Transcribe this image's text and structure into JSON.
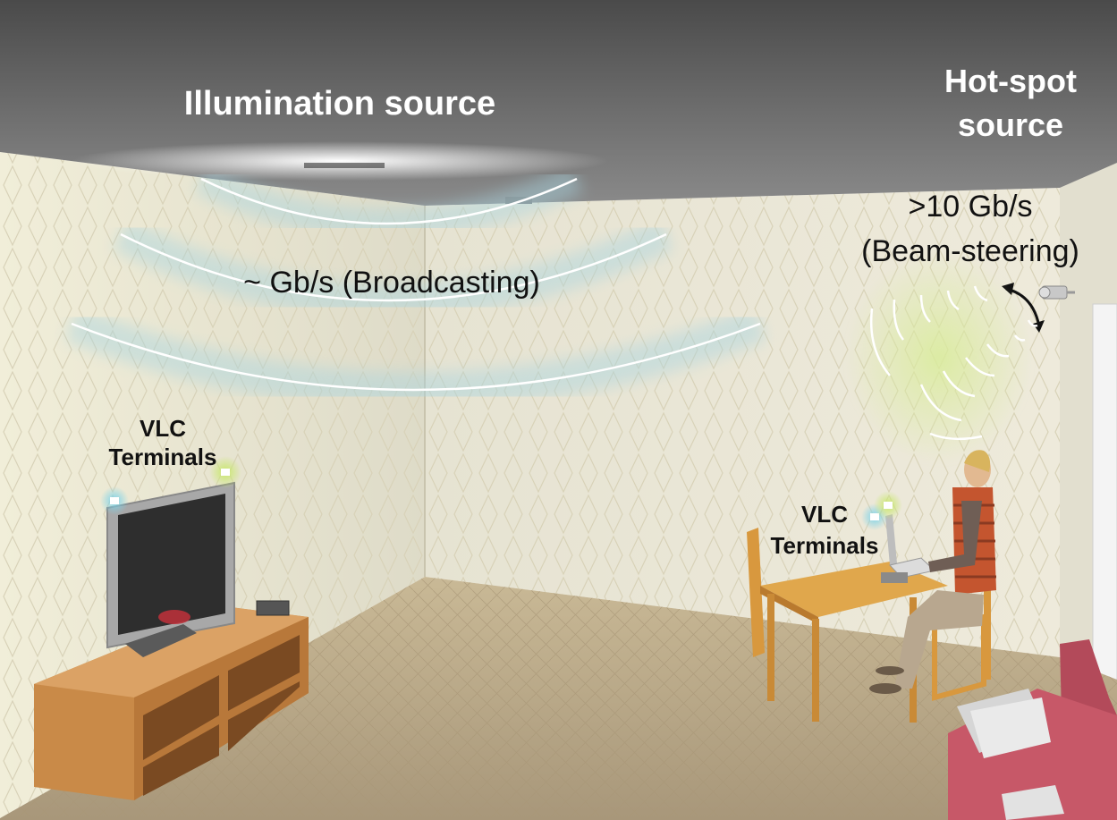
{
  "labels": {
    "illumination_source": "Illumination source",
    "hotspot_line1": "Hot-spot",
    "hotspot_line2": "source",
    "broadcast_rate": "~ Gb/s (Broadcasting)",
    "beam_rate_line1": ">10 Gb/s",
    "beam_rate_line2": "(Beam-steering)",
    "vlc_left_line1": "VLC",
    "vlc_left_line2": "Terminals",
    "vlc_right_line1": "VLC",
    "vlc_right_line2": "Terminals"
  },
  "colors": {
    "ceiling": "#5a5a5a",
    "wall": "#e9e6d6",
    "floor": "#b9a88a",
    "broadcast_glow": "#a8d4e0",
    "beam_glow": "#d9ec9a",
    "terminal_blue": "#7fd3e8",
    "terminal_green": "#c8e86a",
    "wood": "#c98a48",
    "table": "#e0a74c",
    "sofa": "#b34a5a"
  }
}
